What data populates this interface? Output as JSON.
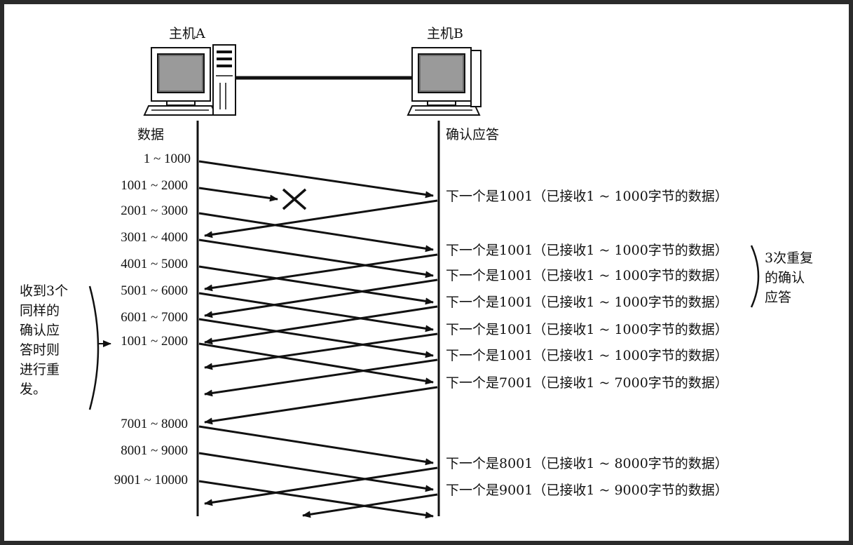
{
  "hosts": {
    "a": "主机A",
    "b": "主机B"
  },
  "columns": {
    "data": "数据",
    "ack": "确认应答"
  },
  "segments": [
    "1 ~ 1000",
    "1001 ~ 2000",
    "2001 ~ 3000",
    "3001 ~ 4000",
    "4001 ~ 5000",
    "5001 ~ 6000",
    "6001 ~ 7000",
    "1001 ~ 2000",
    "7001 ~ 8000",
    "8001 ~ 9000",
    "9001 ~ 10000"
  ],
  "acks": [
    "下一个是1001（已接收1 ~ 1000字节的数据）",
    "下一个是1001（已接收1 ~ 1000字节的数据）",
    "下一个是1001（已接收1 ~ 1000字节的数据）",
    "下一个是1001（已接收1 ~ 1000字节的数据）",
    "下一个是1001（已接收1 ~ 1000字节的数据）",
    "下一个是1001（已接收1 ~ 1000字节的数据）",
    "下一个是7001（已接收1 ~ 7000字节的数据）",
    "下一个是8001（已接收1 ~ 8000字节的数据）",
    "下一个是9001（已接收1 ~ 9000字节的数据）"
  ],
  "right_note": [
    "3次重复",
    "的确认",
    "应答"
  ],
  "left_note": [
    "收到3个",
    "同样的",
    "确认应",
    "答时则",
    "进行重",
    "发。"
  ]
}
